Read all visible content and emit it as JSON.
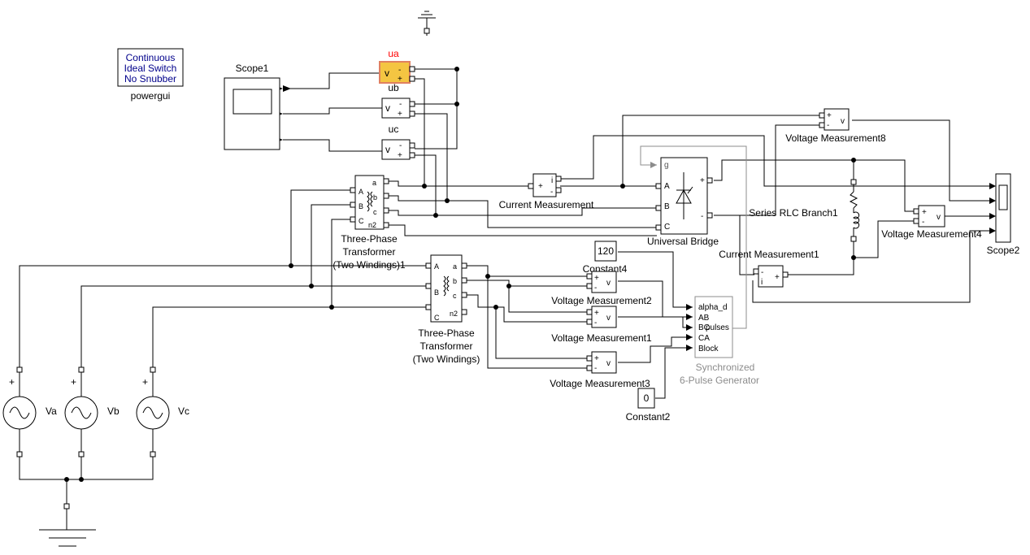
{
  "powergui": {
    "lines": [
      "Continuous",
      "Ideal Switch",
      "No Snubber"
    ],
    "caption": "powergui",
    "text_color": "#00008b"
  },
  "blocks": {
    "scope1": "Scope1",
    "scope2": "Scope2",
    "ua": "ua",
    "ub": "ub",
    "uc": "uc",
    "current_measurement": "Current Measurement",
    "current_measurement1": "Current Measurement1",
    "universal_bridge": "Universal Bridge",
    "series_rlc": "Series RLC Branch1",
    "vm8": "Voltage Measurement8",
    "vm4": "Voltage Measurement4",
    "vm2": "Voltage Measurement2",
    "vm1": "Voltage Measurement1",
    "vm3": "Voltage Measurement3",
    "constant4": "Constant4",
    "constant4_value": "120",
    "constant2": "Constant2",
    "constant2_value": "0",
    "transformer1": [
      "Three-Phase",
      "Transformer",
      "(Two Windings)1"
    ],
    "transformer2": [
      "Three-Phase",
      "Transformer",
      "(Two Windings)"
    ],
    "pulse_gen": [
      "Synchronized",
      "6-Pulse Generator"
    ],
    "pulse_gen_ports": [
      "alpha_d",
      "AB",
      "BC",
      "CA",
      "Block"
    ],
    "pulse_gen_out": "pulses",
    "va": "Va",
    "vb": "Vb",
    "vc": "Vc"
  },
  "port_labels": {
    "v": "v",
    "i": "i",
    "plus": "+",
    "minus": "-",
    "g": "g",
    "A": "A",
    "B": "B",
    "C": "C",
    "a": "a",
    "b": "b",
    "c": "c",
    "n2": "n2"
  },
  "colors": {
    "highlight_fill": "#f4c542",
    "highlight_border": "#e08060",
    "ua_label": "#ff0000",
    "disabled_text": "#8c8c8c"
  }
}
